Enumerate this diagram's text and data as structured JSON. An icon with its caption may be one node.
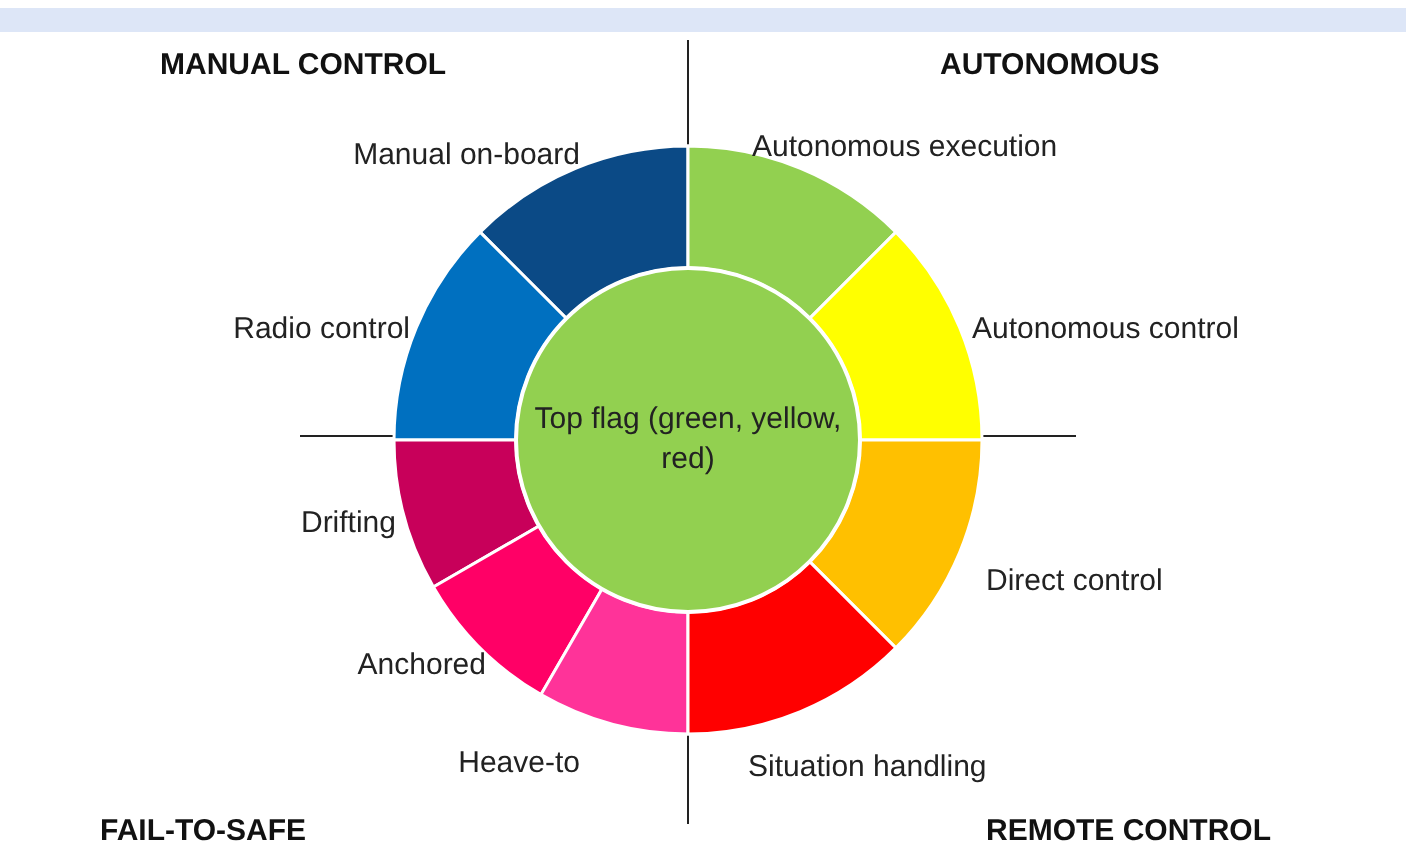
{
  "diagram": {
    "nodes": [
      {
        "text": [],
        "shape": "sector",
        "beside": [
          "Manual on-board"
        ]
      },
      {
        "text": [],
        "shape": "sector",
        "beside": [
          "Autonomous execution"
        ]
      },
      {
        "text": [],
        "shape": "sector",
        "beside": [
          "Radio control"
        ]
      },
      {
        "text": [],
        "shape": "sector",
        "beside": [
          "Autonomous control"
        ]
      },
      {
        "text": [
          "Top flag (green, yellow, red)"
        ]
      },
      {
        "text": [],
        "shape": "sector",
        "beside": [
          "Drifting"
        ]
      },
      {
        "text": [],
        "shape": "sector",
        "beside": [
          "Direct control"
        ]
      },
      {
        "text": [],
        "shape": "sector",
        "beside": [
          "Anchored"
        ]
      },
      {
        "text": [],
        "shape": "sector",
        "beside": [
          "Heave-to"
        ]
      },
      {
        "text": [],
        "shape": "sector",
        "beside": [
          "Situation handling"
        ]
      }
    ],
    "labels": [
      "MANUAL CONTROL",
      "AUTONOMOUS",
      "FAIL-TO-SAFE",
      "REMOTE CONTROL"
    ]
  }
}
